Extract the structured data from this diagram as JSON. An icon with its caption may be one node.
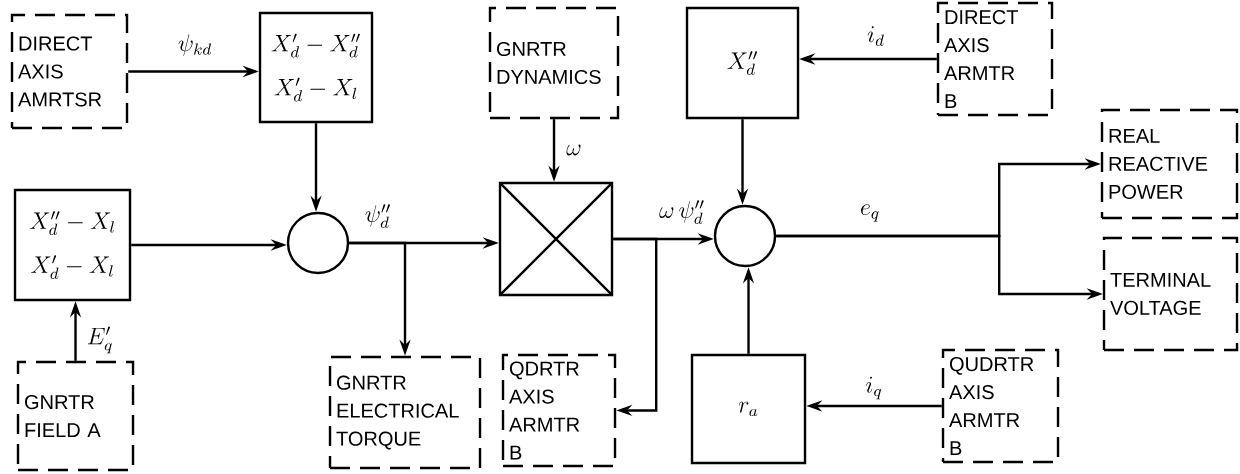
{
  "diagram": {
    "nodes": [
      {
        "text": [
          "DIRECT AXIS AMRTSR"
        ]
      },
      {
        "text": [
          "X'_{d} - X''_{d}",
          "X'_{d} - X_{l}"
        ]
      },
      {
        "text": [
          "X''_{d} - X_{l}",
          "X'_{d} - X_{l}"
        ]
      },
      {
        "text": [
          "GNRTR FIELD A"
        ]
      },
      {
        "text": [],
        "shape": "circle"
      },
      {
        "text": [
          "GNRTR DYNAMICS"
        ]
      },
      {
        "text": [],
        "shape": "box"
      },
      {
        "text": [
          "GNRTR ELECTRICAL TORQUE"
        ]
      },
      {
        "text": [
          "QDRTR AXIS ARMTR B"
        ]
      },
      {
        "text": [
          "X''_{d}"
        ]
      },
      {
        "text": [],
        "shape": "circle"
      },
      {
        "text": [
          "r_{a}"
        ]
      },
      {
        "text": [
          "DIRECT AXIS ARMTR B"
        ]
      },
      {
        "text": [
          "REAL REACTIVE POWER"
        ]
      },
      {
        "text": [
          "TERMINAL VOLTAGE"
        ]
      },
      {
        "text": [
          "QUDRTR AXIS ARMTR B"
        ]
      }
    ],
    "edges": [
      {
        "from": 0,
        "to": 1,
        "arrow": "to",
        "label": "\\psi_{kd}"
      },
      {
        "from": 1,
        "to": 4,
        "arrow": "to"
      },
      {
        "from": 2,
        "to": 4,
        "arrow": "to"
      },
      {
        "from": 3,
        "to": 2,
        "arrow": "to",
        "label": "E'_{q}"
      },
      {
        "from": 4,
        "to": 6,
        "arrow": "to",
        "label": "\\psi''_{d}"
      },
      {
        "from": 4,
        "to": 7,
        "arrow": "to"
      },
      {
        "from": 5,
        "to": 6,
        "arrow": "to",
        "label": "\\omega"
      },
      {
        "from": 6,
        "to": 10,
        "arrow": "to",
        "label": "\\omega\\,\\psi''_{d}"
      },
      {
        "from": 6,
        "to": 8,
        "arrow": "to"
      },
      {
        "from": 9,
        "to": 10,
        "arrow": "to"
      },
      {
        "from": 12,
        "to": 9,
        "arrow": "to",
        "label": "i_{d}"
      },
      {
        "from": 11,
        "to": 10,
        "arrow": "to"
      },
      {
        "from": 15,
        "to": 11,
        "arrow": "to",
        "label": "i_{q}"
      },
      {
        "from": 10,
        "to": 13,
        "arrow": "to",
        "label": "e_{q}"
      },
      {
        "from": 10,
        "to": 14,
        "arrow": "to"
      }
    ]
  }
}
